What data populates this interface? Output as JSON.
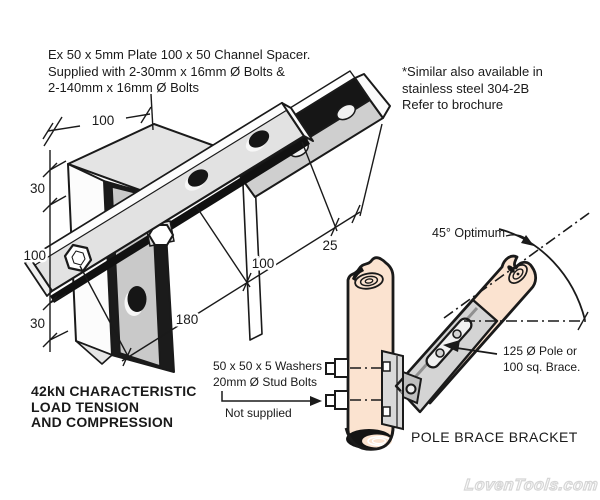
{
  "notes": {
    "spec": [
      "Ex 50 x 5mm Plate 100 x 50 Channel Spacer.",
      "Supplied with 2-30mm x 16mm Ø Bolts &",
      "2-140mm x 16mm Ø Bolts"
    ],
    "similar": [
      "*Similar also available in",
      "stainless steel 304-2B",
      "Refer to brochure"
    ]
  },
  "bracket": {
    "dims": {
      "top_width": "100",
      "side_top": "30",
      "side_mid": "100",
      "side_bottom": "30",
      "strap_tip": "25",
      "strap_mid": "100",
      "strap_total": "180"
    },
    "load_rating": [
      "42kN CHARACTERISTIC",
      "LOAD TENSION",
      "AND COMPRESSION"
    ]
  },
  "pole": {
    "angle": "45° Optimum",
    "hardware": [
      "50 x 50 x 5 Washers",
      "20mm Ø Stud Bolts"
    ],
    "supply_note": "Not supplied",
    "brace_size": [
      "125 Ø Pole or",
      "100 sq. Brace."
    ],
    "title": "POLE BRACE BRACKET"
  },
  "watermark": "LovenTools.com",
  "colors": {
    "ink": "#1a1a1a",
    "metal_light": "#e2e2e2",
    "metal_mid": "#c9c9c9",
    "wood": "#fbe3d0",
    "shadow": "#161616",
    "paper": "#ffffff"
  }
}
